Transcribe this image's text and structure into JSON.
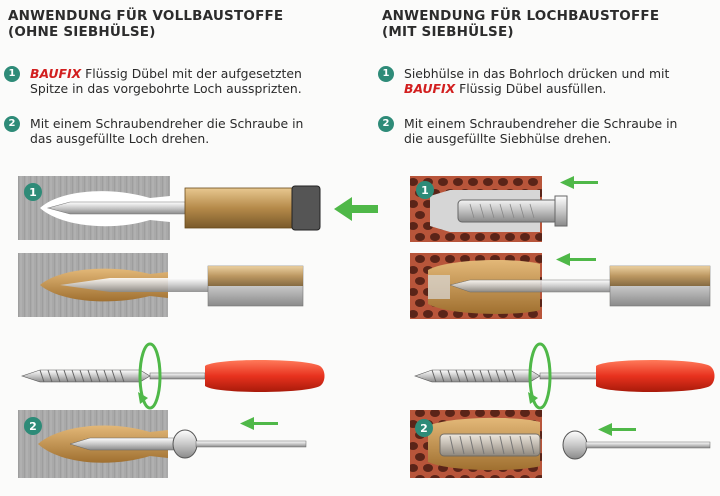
{
  "left": {
    "title_line1": "ANWENDUNG FÜR VOLLBAUSTOFFE",
    "title_line2": "(OHNE SIEBHÜLSE)",
    "step1": {
      "number": "1",
      "brand": "BAUFIX",
      "text_a": " Flüssig Dübel mit der aufgesetzten",
      "text_b": "Spitze in das vorgebohrte Loch aussprizten."
    },
    "step2": {
      "number": "2",
      "text_a": "Mit einem Schraubendreher die Schraube in",
      "text_b": "das ausgefüllte Loch drehen."
    }
  },
  "right": {
    "title_line1": "ANWENDUNG FÜR LOCHBAUSTOFFE",
    "title_line2": "(MIT SIEBHÜLSE)",
    "step1": {
      "number": "1",
      "text_a": "Siebhülse in das Bohrloch drücken und mit",
      "brand": "BAUFIX",
      "text_b": " Flüssig Dübel ausfüllen."
    },
    "step2": {
      "number": "2",
      "text_a": "Mit einem Schraubendreher die Schraube in",
      "text_b": "die ausgefüllte Siebhülse drehen."
    }
  },
  "illustrations": {
    "left_badge_1": "1",
    "left_badge_2": "2",
    "right_badge_1": "1",
    "right_badge_2": "2"
  },
  "colors": {
    "accent_green": "#2e8b78",
    "brand_red": "#d21f1f",
    "arrow_green": "#4fb848",
    "brick": "#b5533a",
    "concrete": "#a8a8a8",
    "handle_red": "#e8321e"
  }
}
